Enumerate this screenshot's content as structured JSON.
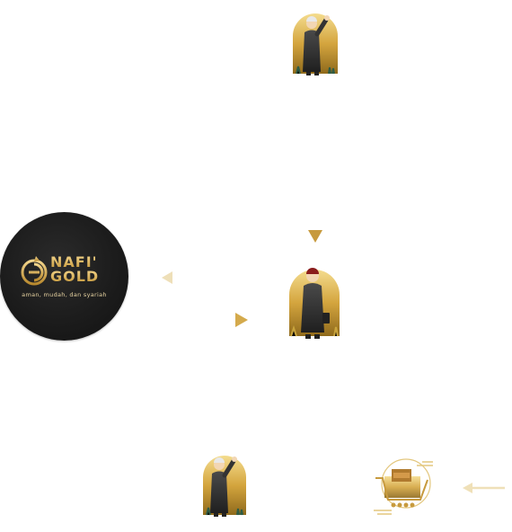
{
  "logo": {
    "name_line1": "NAFI'",
    "name_line2": "GOLD",
    "tagline": "aman, mudah, dan syariah",
    "icon": "nafi-gold-coin-logo"
  },
  "icons": {
    "top_person": "waving-person-arch-icon",
    "center_person": "waving-person-briefcase-arch-icon",
    "bottom_person": "waving-person-arch-icon",
    "cart": "gold-cart-icon"
  },
  "colors": {
    "gold": "#d9b25a",
    "gold_dark": "#b98b2c",
    "figure": "#333333",
    "logo_bg": "#1e1e1e"
  }
}
